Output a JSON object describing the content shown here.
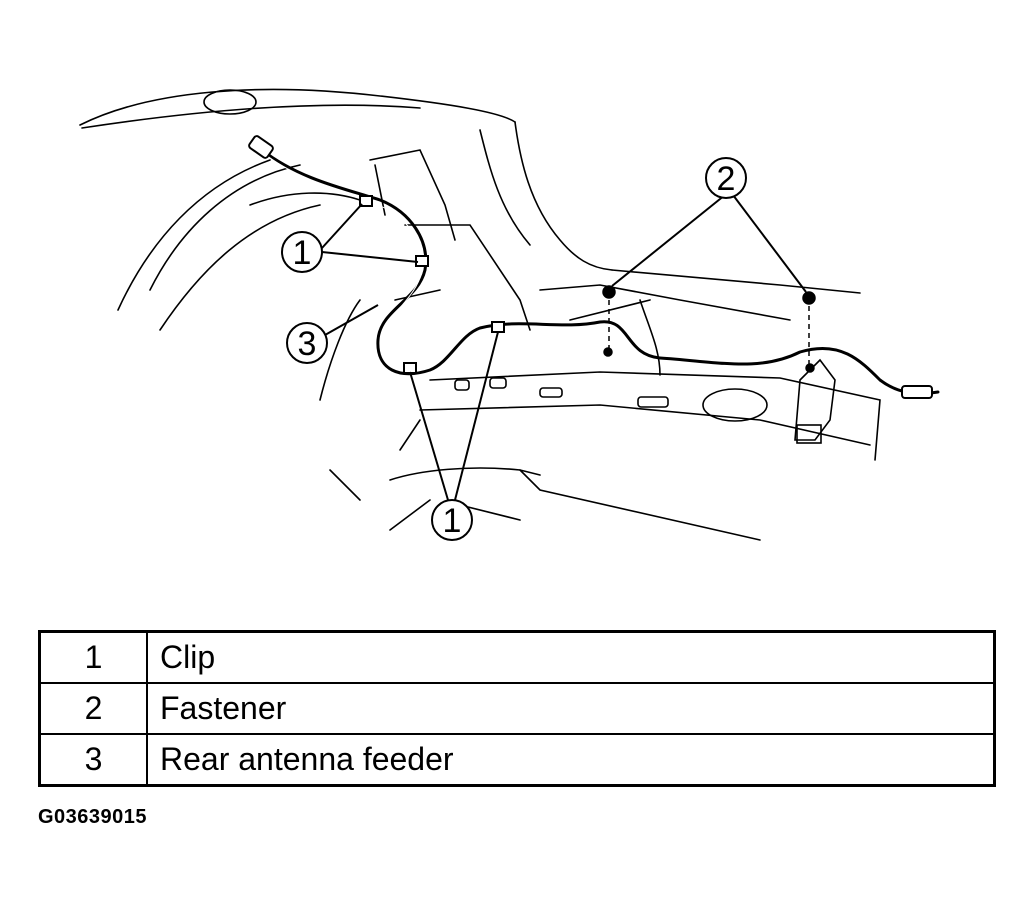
{
  "callouts": {
    "clip_upper": "1",
    "fastener": "2",
    "feeder": "3",
    "clip_lower": "1"
  },
  "legend": [
    {
      "num": "1",
      "label": "Clip"
    },
    {
      "num": "2",
      "label": "Fastener"
    },
    {
      "num": "3",
      "label": "Rear antenna feeder"
    }
  ],
  "figure_id": "G03639015"
}
